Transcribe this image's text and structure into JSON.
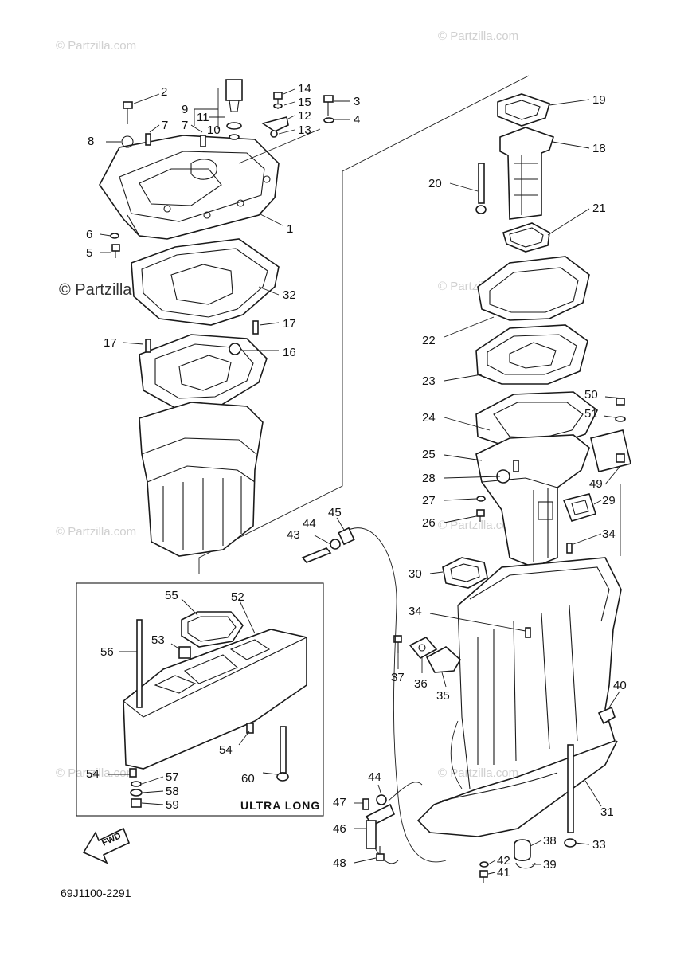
{
  "diagram": {
    "drawing_code": "69J1100-2291",
    "inset_label": "ULTRA LONG",
    "forward_arrow_label": "FWD",
    "watermark": "© Partzilla.com",
    "callouts": [
      "1",
      "2",
      "3",
      "4",
      "5",
      "6",
      "7",
      "7",
      "8",
      "9",
      "10",
      "11",
      "12",
      "13",
      "14",
      "15",
      "16",
      "17",
      "17",
      "18",
      "19",
      "20",
      "21",
      "22",
      "23",
      "24",
      "25",
      "26",
      "27",
      "28",
      "29",
      "30",
      "31",
      "32",
      "33",
      "34",
      "34",
      "35",
      "36",
      "37",
      "38",
      "39",
      "40",
      "41",
      "42",
      "43",
      "44",
      "44",
      "45",
      "46",
      "47",
      "48",
      "49",
      "50",
      "51",
      "52",
      "53",
      "54",
      "54",
      "55",
      "56",
      "57",
      "58",
      "59",
      "60"
    ]
  },
  "colors": {
    "line": "#1a1a1a",
    "watermark": "#d0d0d0"
  }
}
